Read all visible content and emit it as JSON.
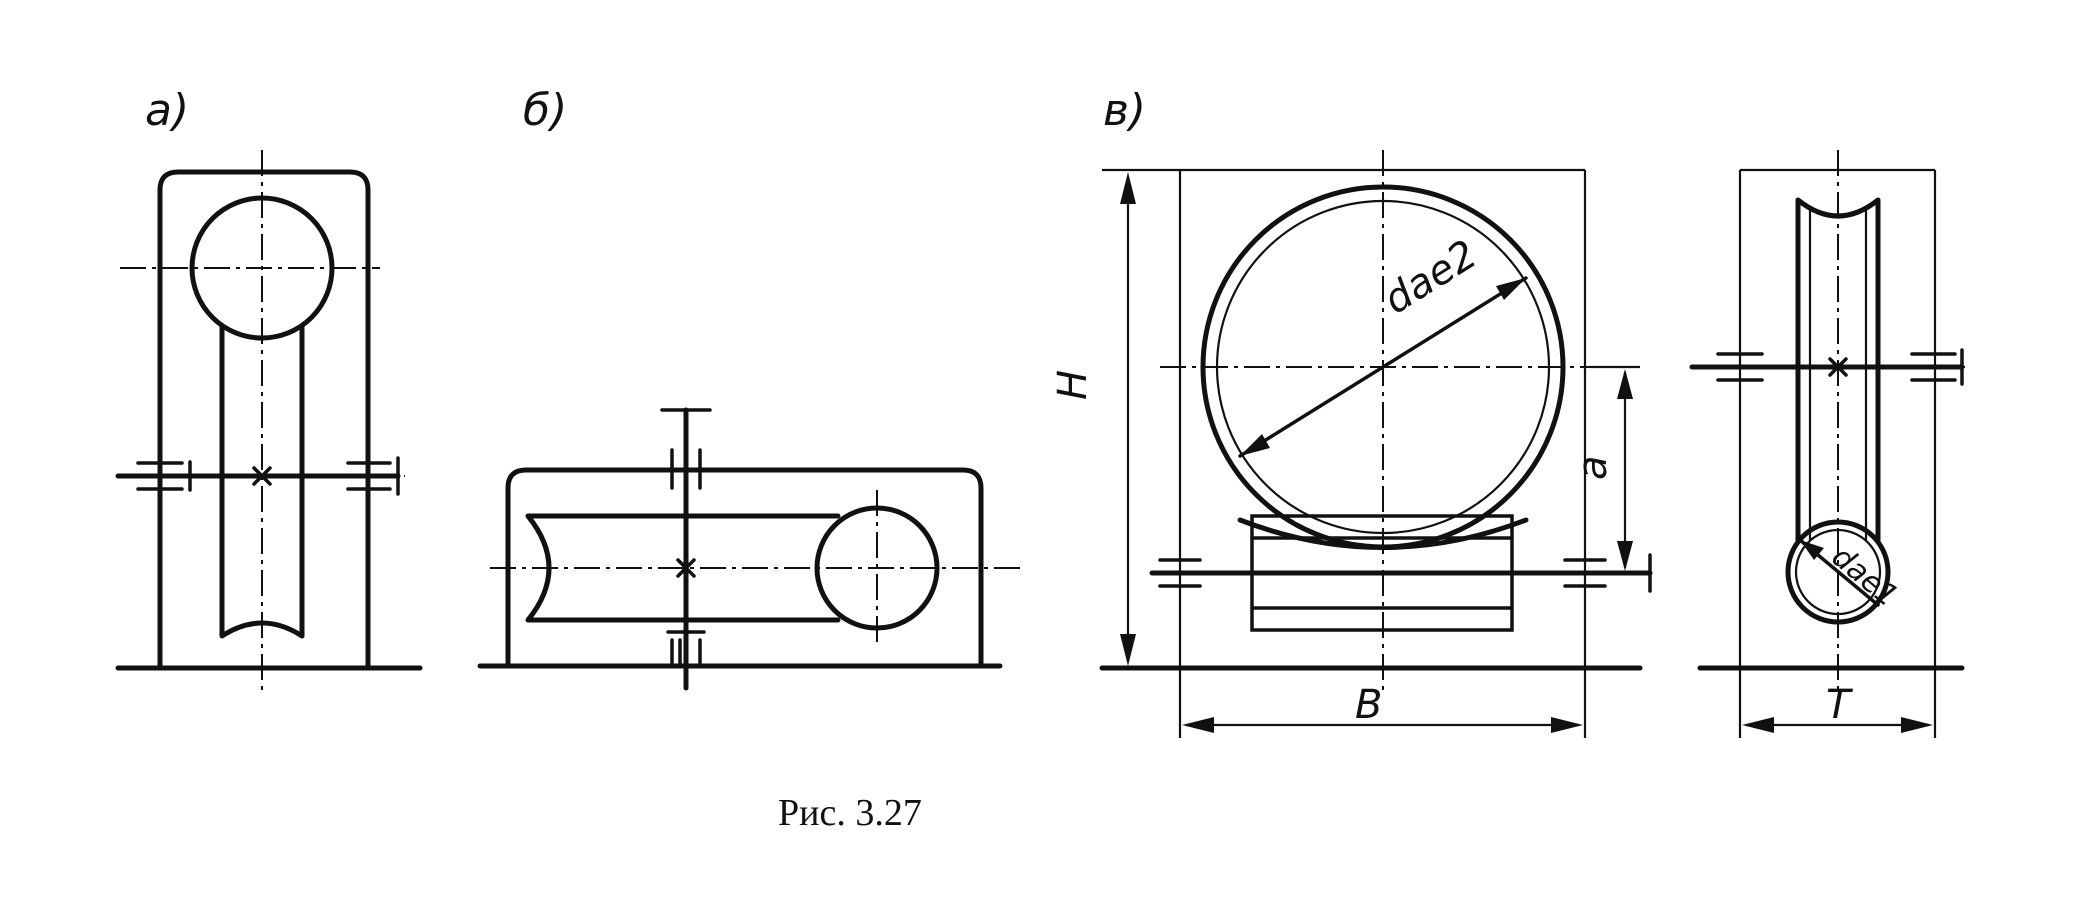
{
  "panels": {
    "a": {
      "label": "а)"
    },
    "b": {
      "label": "б)"
    },
    "v": {
      "label": "в)"
    }
  },
  "dimensions": {
    "H": "H",
    "B": "B",
    "T": "T",
    "a": "a",
    "dae2": "dae2",
    "dae1": "dae1"
  },
  "caption": "Рис. 3.27"
}
